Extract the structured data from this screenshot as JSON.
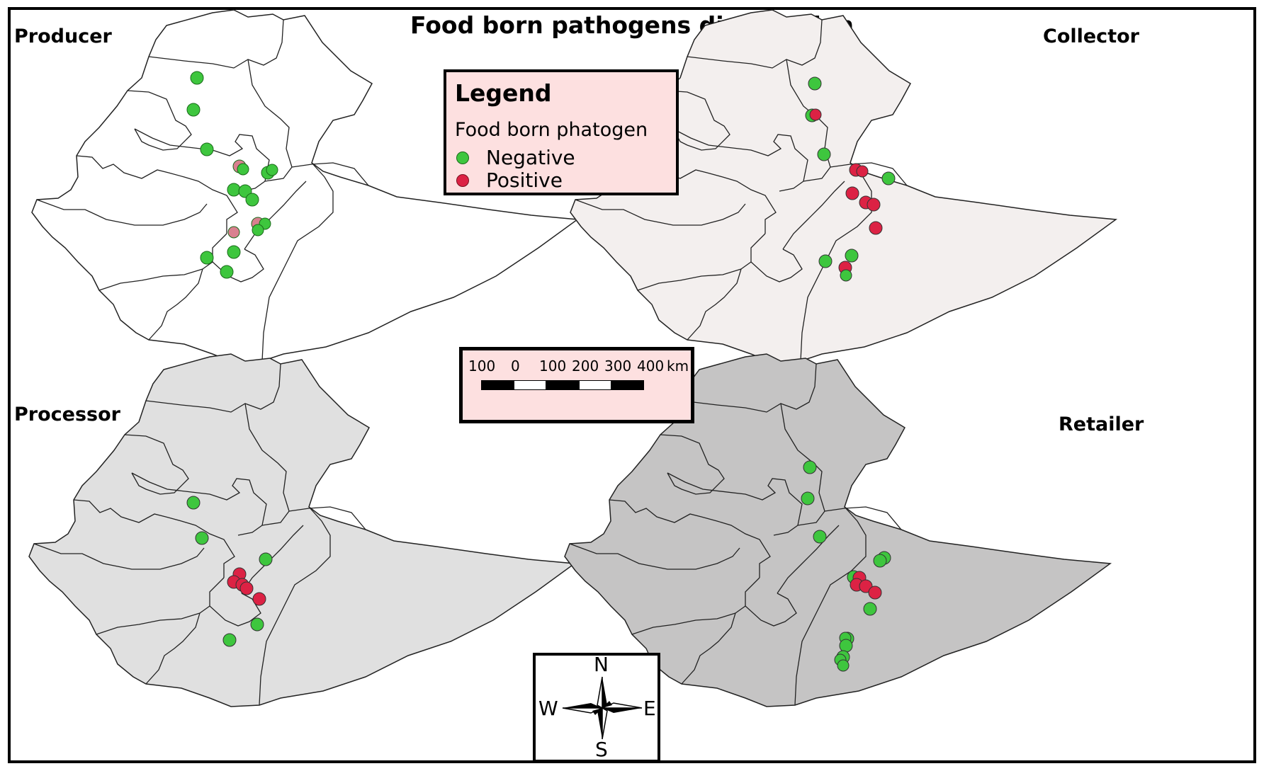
{
  "title": "Food born pathogens distribution",
  "legend": {
    "title": "Legend",
    "subtitle": "Food born phatogen",
    "items": [
      {
        "label": "Negative",
        "color": "#3ec63e"
      },
      {
        "label": "Positive",
        "color": "#dc2244"
      }
    ]
  },
  "scale": {
    "labels": [
      "100",
      "0",
      "100",
      "200",
      "300",
      "400",
      "km"
    ]
  },
  "compass": {
    "n": "N",
    "s": "S",
    "e": "E",
    "w": "W"
  },
  "panels": [
    {
      "label": "Producer",
      "fill": "#ffffff"
    },
    {
      "label": "Collector",
      "fill": "#f3efee"
    },
    {
      "label": "Processor",
      "fill": "#e0e0e0"
    },
    {
      "label": "Retailer",
      "fill": "#c5c4c4"
    }
  ]
}
